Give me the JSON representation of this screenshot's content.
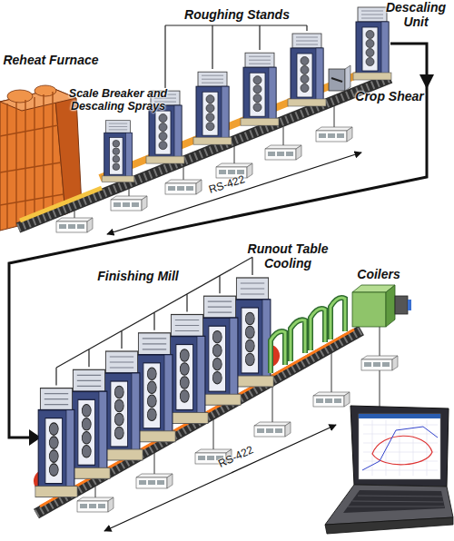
{
  "diagram": {
    "labels": [
      "Reheat Furnace",
      "Scale Breaker and Descaling Sprays",
      "Roughing Stands",
      "Descaling Unit",
      "Crop Shear",
      "RS-422",
      "Finishing Mill",
      "Runout Table Cooling",
      "Coilers",
      "RS-422"
    ]
  }
}
